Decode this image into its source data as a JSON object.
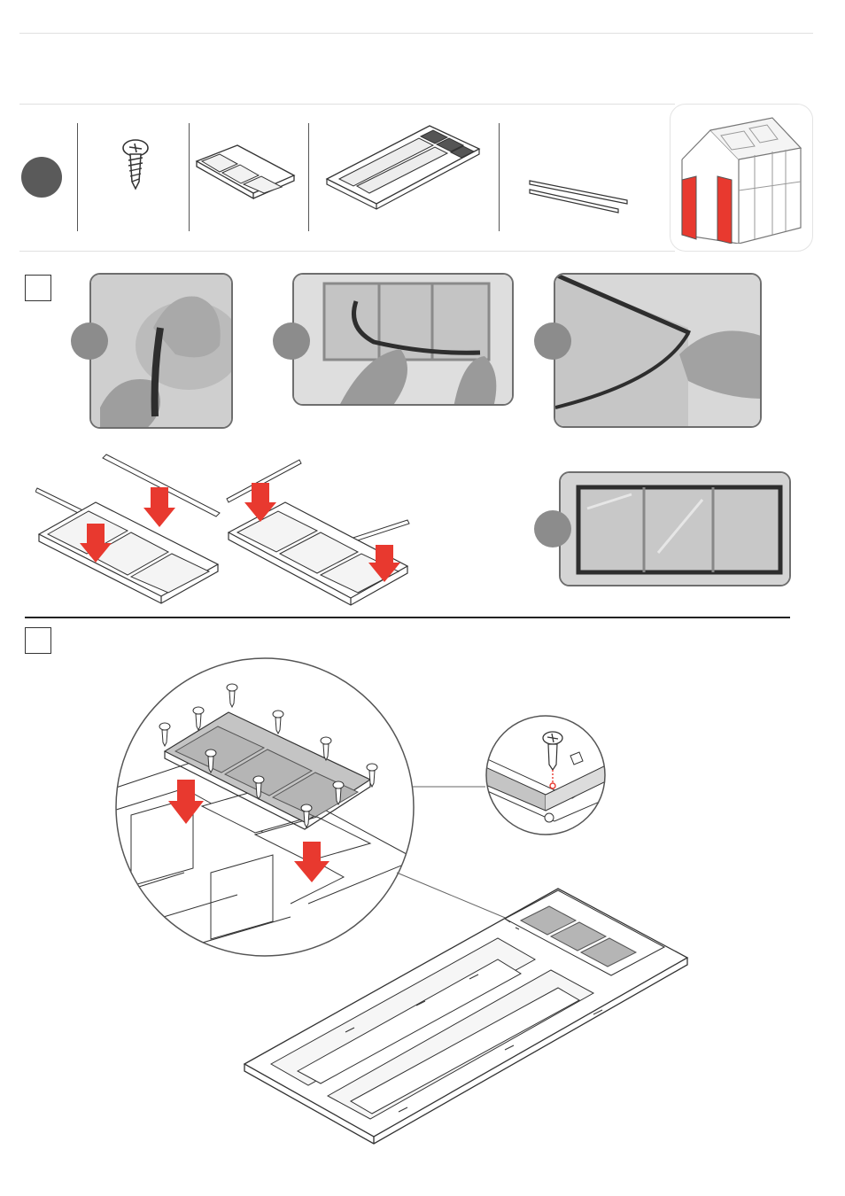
{
  "page": {
    "title": "",
    "colors": {
      "accent": "#e8392f",
      "badge": "#5a5a5a",
      "photo_badge": "#8c8c8c",
      "line": "#333333"
    }
  },
  "parts_row": {
    "step_badge_label": "",
    "items": [
      {
        "icon": "screw-icon",
        "label": ""
      },
      {
        "icon": "small-window-panel-icon",
        "label": ""
      },
      {
        "icon": "roof-panel-frame-icon",
        "label": ""
      },
      {
        "icon": "seal-strips-icon",
        "label": ""
      }
    ],
    "context_icon": "greenhouse-icon"
  },
  "step_a": {
    "box_label": "",
    "photos": [
      {
        "icon": "hands-seal-photo",
        "badge": ""
      },
      {
        "icon": "seal-window-photo",
        "badge": ""
      },
      {
        "icon": "seal-corner-photo",
        "badge": ""
      },
      {
        "icon": "sealed-window-photo",
        "badge": ""
      }
    ]
  },
  "step_b": {
    "box_label": ""
  }
}
